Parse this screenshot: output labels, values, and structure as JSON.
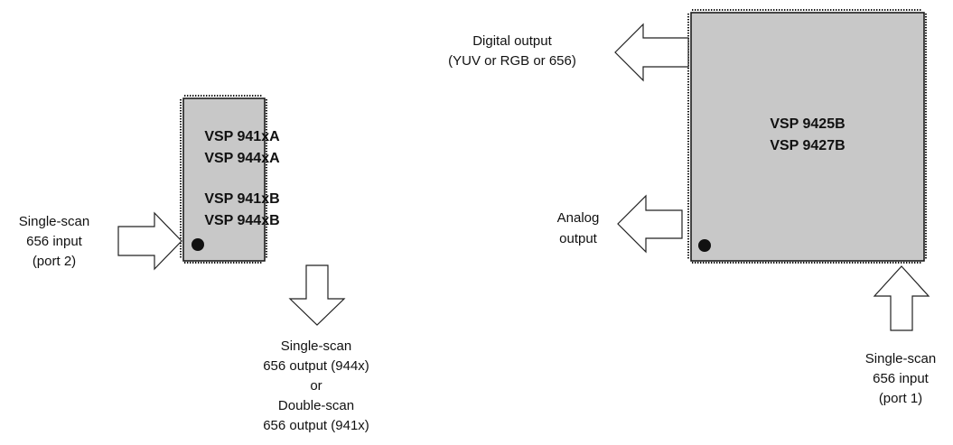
{
  "colors": {
    "chip_fill": "#c8c8c8",
    "pin_color": "#111111",
    "arrow_fill": "#ffffff",
    "text": "#111111"
  },
  "chip_left": {
    "lines": [
      "VSP 941xA",
      "VSP 944xA",
      "VSP 941xB",
      "VSP 944xB"
    ]
  },
  "chip_right": {
    "lines": [
      "VSP 9425B",
      "VSP 9427B"
    ]
  },
  "labels": {
    "input_port2": [
      "Single-scan",
      "656 input",
      "(port 2)"
    ],
    "output_left": [
      "Single-scan",
      "656 output (944x)",
      "or",
      "Double-scan",
      "656 output (941x)"
    ],
    "digital_output": [
      "Digital output",
      "(YUV or RGB or 656)"
    ],
    "analog_output": [
      "Analog",
      "output"
    ],
    "input_port1": [
      "Single-scan",
      "656 input",
      "(port 1)"
    ]
  }
}
